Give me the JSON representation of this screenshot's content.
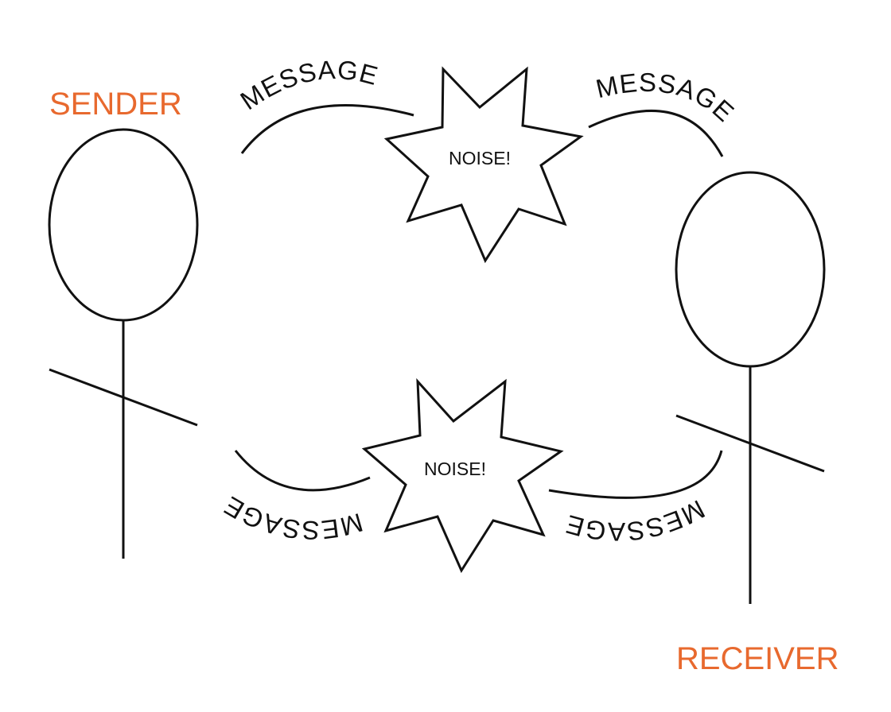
{
  "sender": {
    "label": "SENDER"
  },
  "receiver": {
    "label": "RECEIVER"
  },
  "messages": {
    "top_left": "MESSAGE",
    "top_right": "MESSAGE",
    "bottom_left": "MESSAGE",
    "bottom_right": "MESSAGE"
  },
  "noise": {
    "top": "NOISE!",
    "bottom": "NOISE!"
  },
  "colors": {
    "role_label": "#e8692e",
    "line": "#111111",
    "background": "#ffffff"
  }
}
